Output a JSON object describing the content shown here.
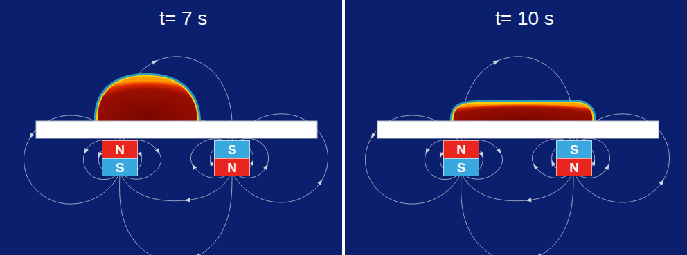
{
  "diagram": {
    "nodes": [
      {
        "text": [
          "N"
        ]
      },
      {
        "text": [
          "S"
        ]
      },
      {
        "text": [
          "S"
        ]
      },
      {
        "text": [
          "N"
        ]
      },
      {
        "text": [
          "N"
        ]
      },
      {
        "text": [
          "S"
        ]
      },
      {
        "text": [
          "S"
        ]
      },
      {
        "text": [
          "N"
        ]
      }
    ],
    "labels": [
      "t= 7 s",
      "t= 10 s"
    ]
  }
}
